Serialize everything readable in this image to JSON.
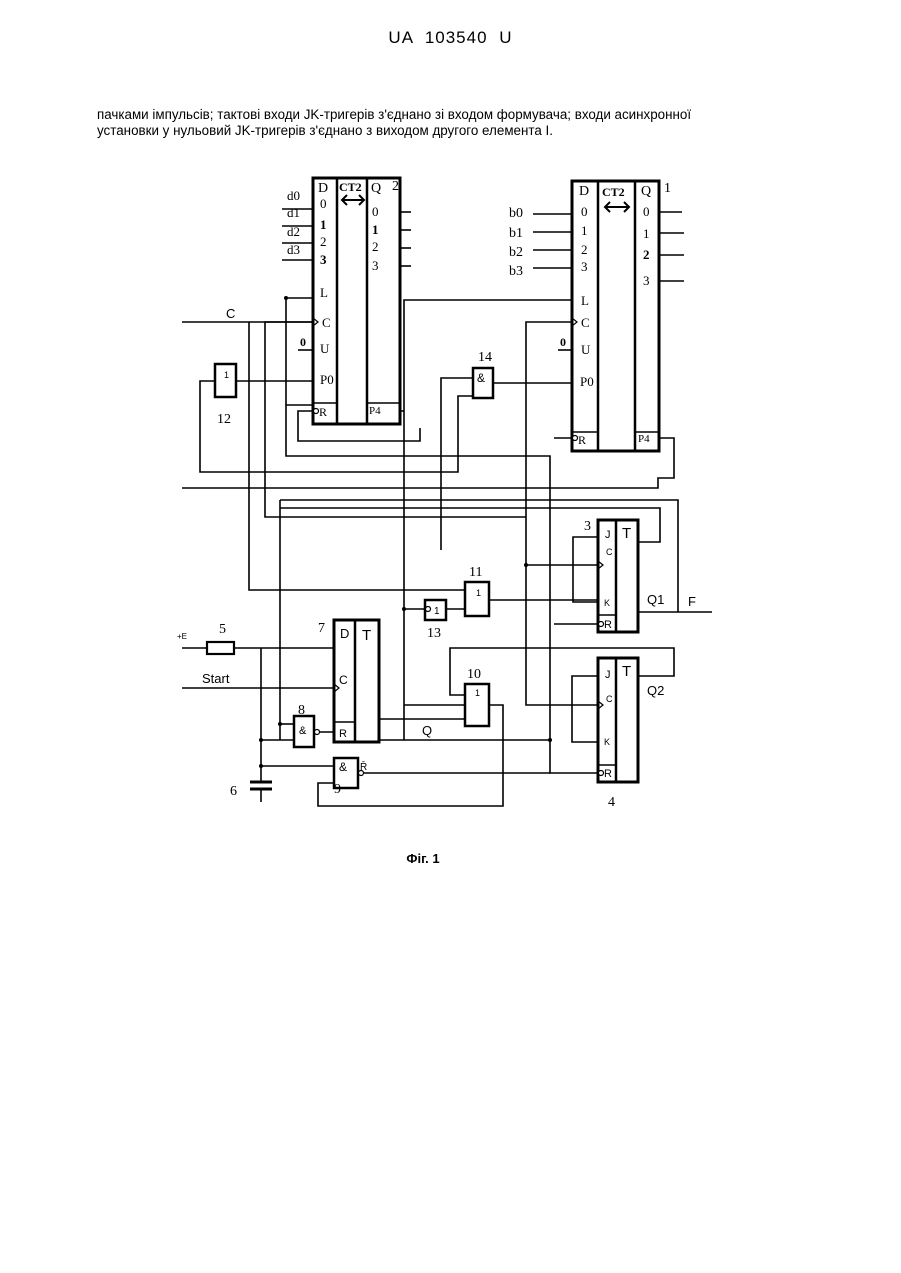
{
  "document": {
    "header": "UA   103540   U",
    "text_lines": [
      "пачками імпульсів; тактові входи JK-тригерів з'єднано зі входом формувача; входи асинхронної",
      "установки у нульовий JK-тригерів з'єднано з виходом другого елемента І."
    ],
    "caption": "Фіг. 1"
  },
  "figure": {
    "counter2": {
      "number": "2",
      "title": "CT2",
      "left_header": "D",
      "right_header": "Q",
      "left_inputs": [
        "0",
        "1",
        "2",
        "3",
        "L",
        "C",
        "U",
        "P0",
        "R"
      ],
      "right_outputs": [
        "0",
        "1",
        "2",
        "3",
        "P4"
      ],
      "data_inputs": [
        "d0",
        "d1",
        "d2",
        "d3"
      ],
      "u_level": "0"
    },
    "counter1": {
      "number": "1",
      "title": "CT2",
      "left_header": "D",
      "right_header": "Q",
      "left_inputs": [
        "0",
        "1",
        "2",
        "3",
        "L",
        "C",
        "U",
        "P0",
        "R"
      ],
      "right_outputs": [
        "0",
        "1",
        "2",
        "3",
        "P4"
      ],
      "data_inputs": [
        "b0",
        "b1",
        "b2",
        "b3"
      ],
      "u_level": "0"
    },
    "jk3": {
      "number": "3",
      "title": "T",
      "pins": [
        "J",
        "C",
        "K",
        "R"
      ],
      "output": "Q1"
    },
    "jk4": {
      "number": "4",
      "title": "T",
      "pins": [
        "J",
        "C",
        "K",
        "R"
      ],
      "output": "Q2"
    },
    "dff7": {
      "number": "7",
      "left_header": "D",
      "title": "T",
      "pins": [
        "C",
        "R"
      ]
    },
    "gates": {
      "g8": {
        "number": "8",
        "symbol": "&"
      },
      "g9": {
        "number": "9",
        "symbol": "&",
        "output_label": "R̄"
      },
      "g10": {
        "number": "10",
        "symbol": "1"
      },
      "g11": {
        "number": "11",
        "symbol": "1"
      },
      "g12": {
        "number": "12",
        "symbol": "1"
      },
      "g13": {
        "number": "13",
        "symbol": "1"
      },
      "g14": {
        "number": "14",
        "symbol": "&"
      }
    },
    "resistor": {
      "number": "5",
      "supply": "+E"
    },
    "capacitor": {
      "number": "6"
    },
    "signals": {
      "clock": "C",
      "start": "Start",
      "q": "Q",
      "f": "F"
    }
  }
}
